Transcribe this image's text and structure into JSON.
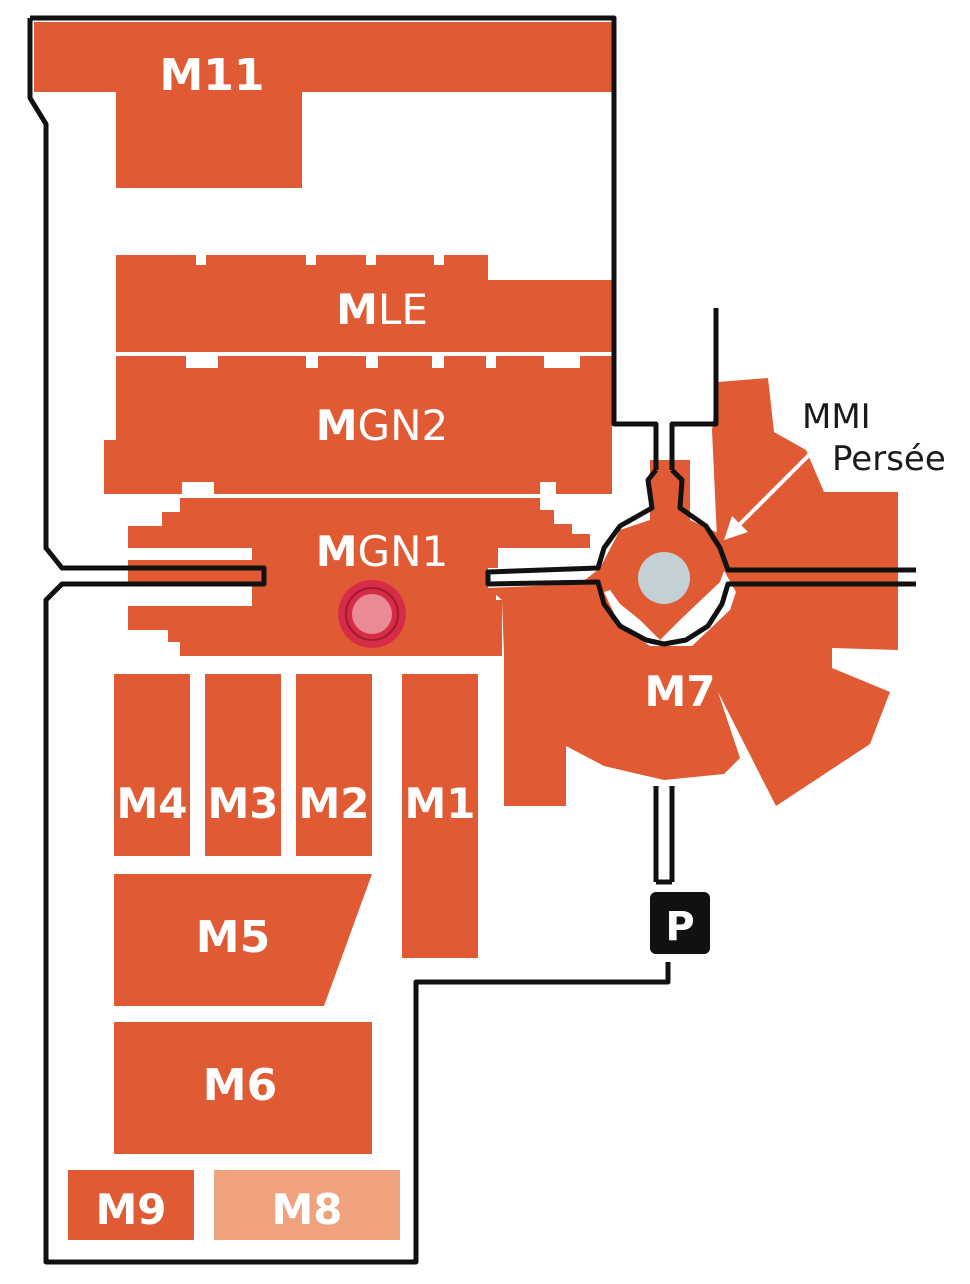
{
  "colors": {
    "building": "#e05a33",
    "building_light": "#f0a27e",
    "outline": "#111111",
    "marker_outer": "#d72c47",
    "marker_inner": "#e98a95",
    "rotunda_center": "#c3d0d4",
    "parking_bg": "#111111"
  },
  "buildings": {
    "m11": {
      "label": "M11"
    },
    "mle": {
      "label_bold": "M",
      "label_rest": "LE"
    },
    "mgn2": {
      "label_bold": "M",
      "label_rest": "GN2"
    },
    "mgn1": {
      "label_bold": "M",
      "label_rest": "GN1"
    },
    "m4": {
      "label": "M4"
    },
    "m3": {
      "label": "M3"
    },
    "m2": {
      "label": "M2"
    },
    "m1": {
      "label": "M1"
    },
    "m5": {
      "label": "M5"
    },
    "m6": {
      "label": "M6"
    },
    "m7": {
      "label": "M7"
    },
    "m9": {
      "label": "M9"
    },
    "m8": {
      "label": "M8"
    }
  },
  "annotation": {
    "line1": "MMI",
    "line2": "Persée"
  },
  "parking": {
    "label": "P"
  },
  "icons": [
    "location-marker-icon",
    "parking-icon",
    "arrow-icon"
  ]
}
